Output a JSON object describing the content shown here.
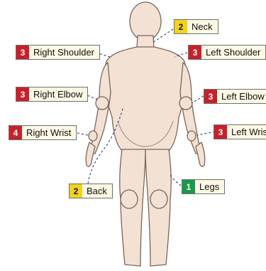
{
  "colors": {
    "skin": "#f3e1d3",
    "outline": "#7a6659",
    "label_bg": "#fdf8e4",
    "severity_4": "#c8202a",
    "severity_3": "#c8202a",
    "severity_2": "#f2d21b",
    "severity_1": "#1a9a4b",
    "leader_line": "#2a3f7a"
  },
  "labels": {
    "neck": {
      "severity": "2",
      "text": "Neck"
    },
    "right_shoulder": {
      "severity": "3",
      "text": "Right Shoulder"
    },
    "left_shoulder": {
      "severity": "3",
      "text": "Left Shoulder"
    },
    "right_elbow": {
      "severity": "3",
      "text": "Right Elbow"
    },
    "left_elbow": {
      "severity": "3",
      "text": "Left Elbow"
    },
    "right_wrist": {
      "severity": "4",
      "text": "Right Wrist"
    },
    "left_wrist": {
      "severity": "3",
      "text": "Left Wrist"
    },
    "back": {
      "severity": "2",
      "text": "Back"
    },
    "legs": {
      "severity": "1",
      "text": "Legs"
    }
  }
}
